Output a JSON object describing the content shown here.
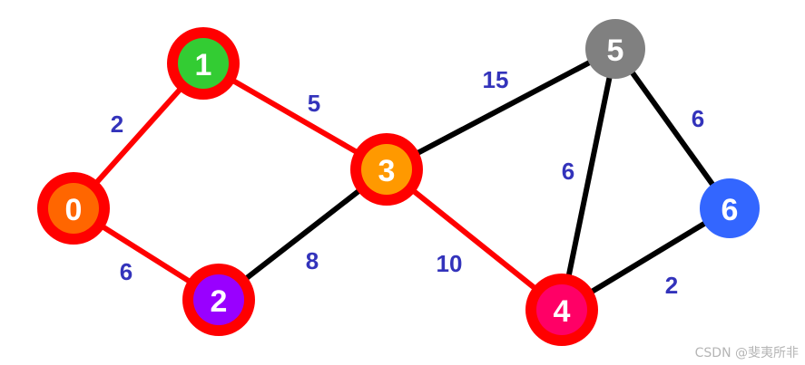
{
  "graph": {
    "nodes": [
      {
        "id": "0",
        "label": "0",
        "fill": "#ff6600",
        "ring": "#ff0000"
      },
      {
        "id": "1",
        "label": "1",
        "fill": "#33cc33",
        "ring": "#ff0000"
      },
      {
        "id": "2",
        "label": "2",
        "fill": "#9900ff",
        "ring": "#ff0000"
      },
      {
        "id": "3",
        "label": "3",
        "fill": "#ff9900",
        "ring": "#ff0000"
      },
      {
        "id": "4",
        "label": "4",
        "fill": "#ff0066",
        "ring": "#ff0000"
      },
      {
        "id": "5",
        "label": "5",
        "fill": "#808080",
        "ring": ""
      },
      {
        "id": "6",
        "label": "6",
        "fill": "#3366ff",
        "ring": ""
      }
    ],
    "edges": [
      {
        "from": "0",
        "to": "1",
        "weight": "2",
        "color": "#ff0000"
      },
      {
        "from": "0",
        "to": "2",
        "weight": "6",
        "color": "#ff0000"
      },
      {
        "from": "1",
        "to": "3",
        "weight": "5",
        "color": "#ff0000"
      },
      {
        "from": "2",
        "to": "3",
        "weight": "8",
        "color": "#000000"
      },
      {
        "from": "3",
        "to": "5",
        "weight": "15",
        "color": "#000000"
      },
      {
        "from": "3",
        "to": "4",
        "weight": "10",
        "color": "#ff0000"
      },
      {
        "from": "4",
        "to": "5",
        "weight": "6",
        "color": "#000000"
      },
      {
        "from": "5",
        "to": "6",
        "weight": "6",
        "color": "#000000"
      },
      {
        "from": "4",
        "to": "6",
        "weight": "2",
        "color": "#000000"
      }
    ]
  },
  "watermark": "CSDN @斐夷所非"
}
